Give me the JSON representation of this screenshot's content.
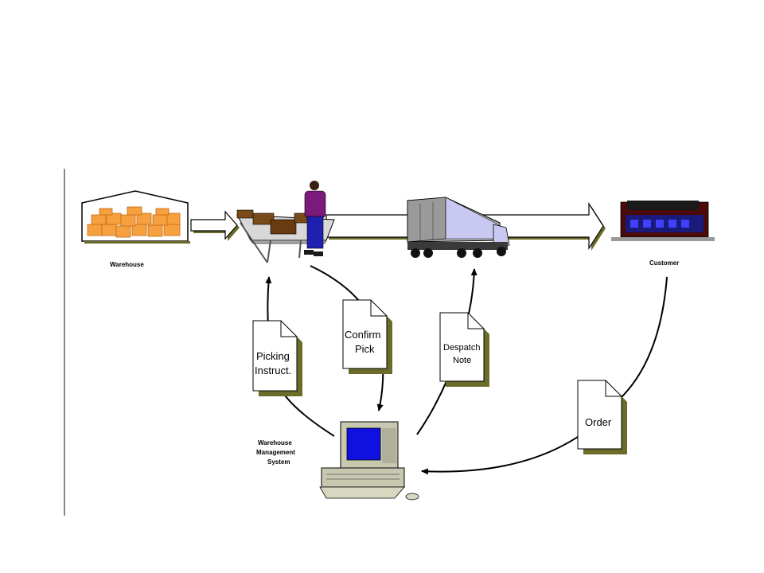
{
  "nodes": {
    "warehouse": "Warehouse",
    "customer": "Customer",
    "wms_line1": "Warehouse",
    "wms_line2": "Management",
    "wms_line3": "System"
  },
  "documents": {
    "picking_line1": "Picking",
    "picking_line2": "Instruct.",
    "confirm_line1": "Confirm",
    "confirm_line2": "Pick",
    "despatch_line1": "Despatch",
    "despatch_line2": "Note",
    "order": "Order"
  },
  "colors": {
    "arrow_fill": "#ffffff",
    "arrow_shadow": "#6b6b2a",
    "doc_shadow": "#6b6b2a",
    "box_orange": "#f7a040",
    "monitor_screen": "#1010e0",
    "truck_cab": "#c8c8f0",
    "person_shirt": "#7a1a7a",
    "person_pants": "#2020b0",
    "shop_front": "#1a1a7a"
  }
}
